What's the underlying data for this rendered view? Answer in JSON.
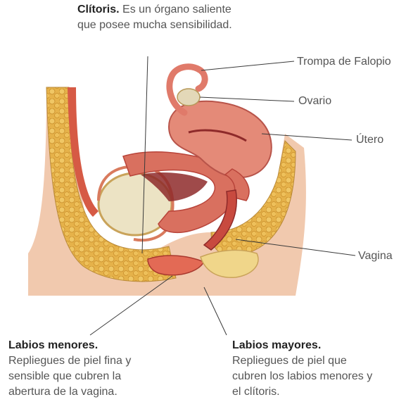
{
  "labels": {
    "clitoris": {
      "title": "Clítoris.",
      "text": "Es un órgano saliente que posee mucha sensibilidad."
    },
    "trompa": "Trompa de Falopio",
    "ovario": "Ovario",
    "utero": "Útero",
    "vagina": "Vagina",
    "labios_menores": {
      "title": "Labios menores.",
      "text": "Repliegues de piel fina y sensible que cubren la abertura de la vagina."
    },
    "labios_mayores": {
      "title": "Labios mayores.",
      "text": "Repliegues de piel que cubren los labios menores y el clítoris."
    }
  },
  "colors": {
    "skin": "#f1c9ae",
    "fat": "#e6b24a",
    "muscle": "#d9705f",
    "mucosa": "#c84a3f",
    "bladder": "#ece3c4",
    "leader": "#3a3a3a"
  }
}
